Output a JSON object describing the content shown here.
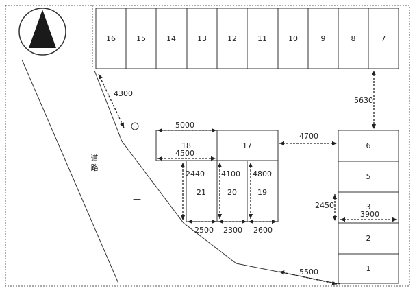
{
  "north_arrow": {
    "icon": "north-arrow-icon"
  },
  "road_label": {
    "chars": [
      "道",
      "路"
    ]
  },
  "road_mark": "—",
  "top_row_spaces": [
    "16",
    "15",
    "14",
    "13",
    "12",
    "11",
    "10",
    "9",
    "8",
    "7"
  ],
  "right_column_spaces": [
    "6",
    "5",
    "3",
    "2",
    "1"
  ],
  "center_spaces": {
    "space_18": "18",
    "space_17": "17",
    "space_21": "21",
    "space_20": "20",
    "space_19": "19"
  },
  "dimensions": {
    "d4300": "4300",
    "d5630": "5630",
    "d5000": "5000",
    "d4700": "4700",
    "d4500": "4500",
    "d2440": "2440",
    "d4100": "4100",
    "d4800": "4800",
    "d2450": "2450",
    "d3900": "3900",
    "d2500": "2500",
    "d2300": "2300",
    "d2600": "2600",
    "d5500": "5500"
  }
}
